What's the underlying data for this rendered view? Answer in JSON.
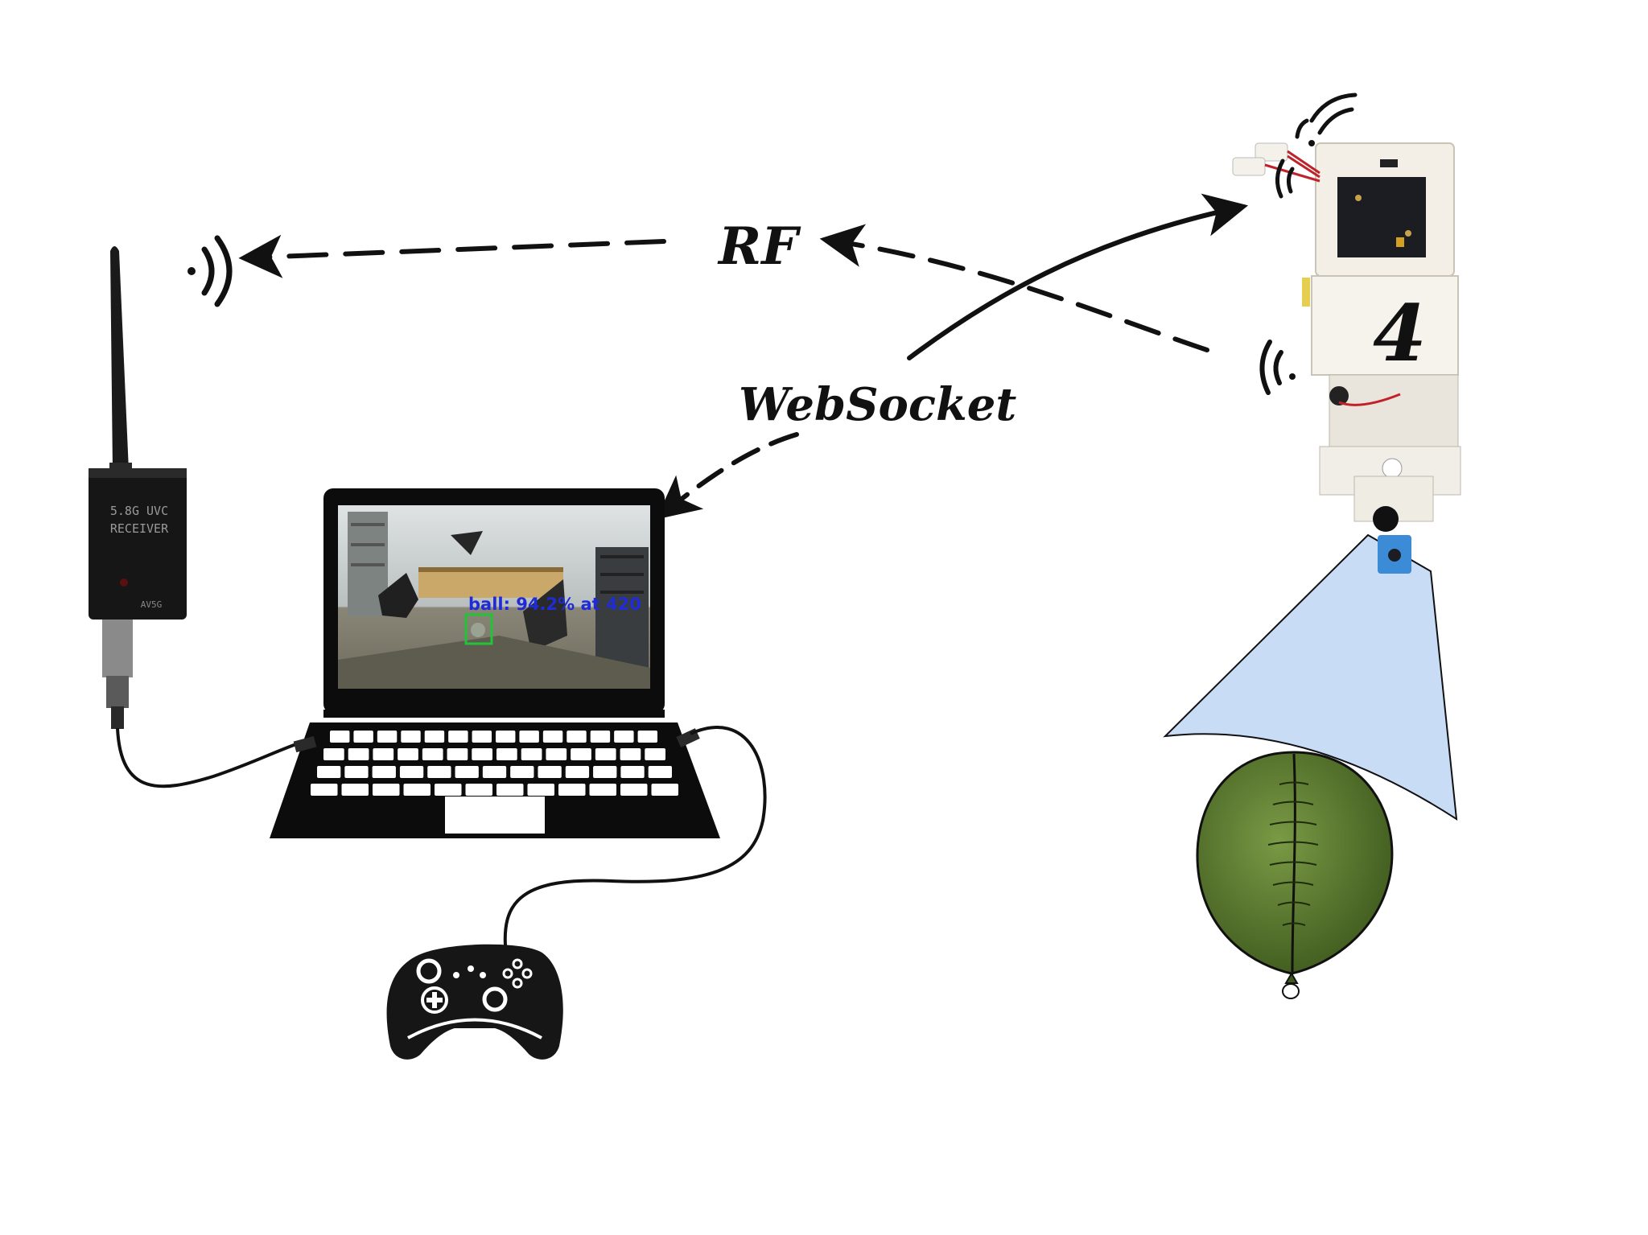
{
  "labels": {
    "rf": "RF",
    "websocket": "WebSocket"
  },
  "receiver": {
    "line1": "5.8G UVC",
    "line2": "RECEIVER",
    "badge": "AV5G"
  },
  "laptop_screen": {
    "detection_text": "ball: 94.2% at 420"
  },
  "robot": {
    "number": "4"
  },
  "colors": {
    "ink": "#111111",
    "camera_cone": "#c9dcf6",
    "balloon": "#5b7a2e",
    "detection_text": "#1f2bd6",
    "detection_box": "#22c33a"
  }
}
